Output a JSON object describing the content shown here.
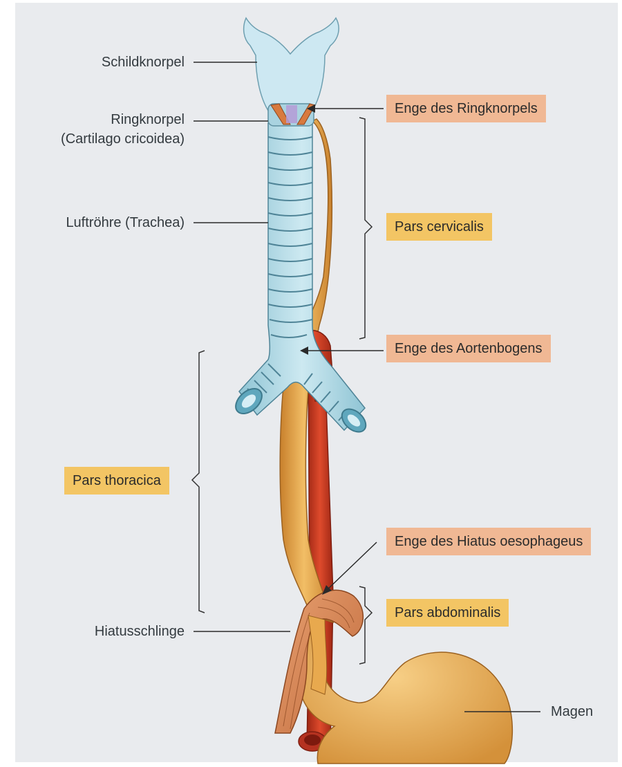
{
  "labels": {
    "schildknorpel": "Schildknorpel",
    "ringknorpel": "Ringknorpel",
    "ringknorpel_latin": "(Cartilago cricoidea)",
    "luftroehre": "Luftröhre (Trachea)",
    "hiatusschlinge": "Hiatusschlinge",
    "magen": "Magen"
  },
  "boxes": {
    "enge_ringknorpel": "Enge des Ringknorpels",
    "pars_cervicalis": "Pars cervicalis",
    "enge_aortenbogen": "Enge des Aortenbogens",
    "pars_thoracica": "Pars thoracica",
    "enge_hiatus": "Enge des Hiatus oesophageus",
    "pars_abdominalis": "Pars abdominalis"
  },
  "colors": {
    "background": "#e9ebee",
    "constriction_box": "#f0b894",
    "section_box": "#f3c564",
    "trachea": "#b8dde8",
    "esophagus": "#e3a446",
    "aorta": "#c83a22",
    "diaphragm_sling": "#d98a56"
  }
}
